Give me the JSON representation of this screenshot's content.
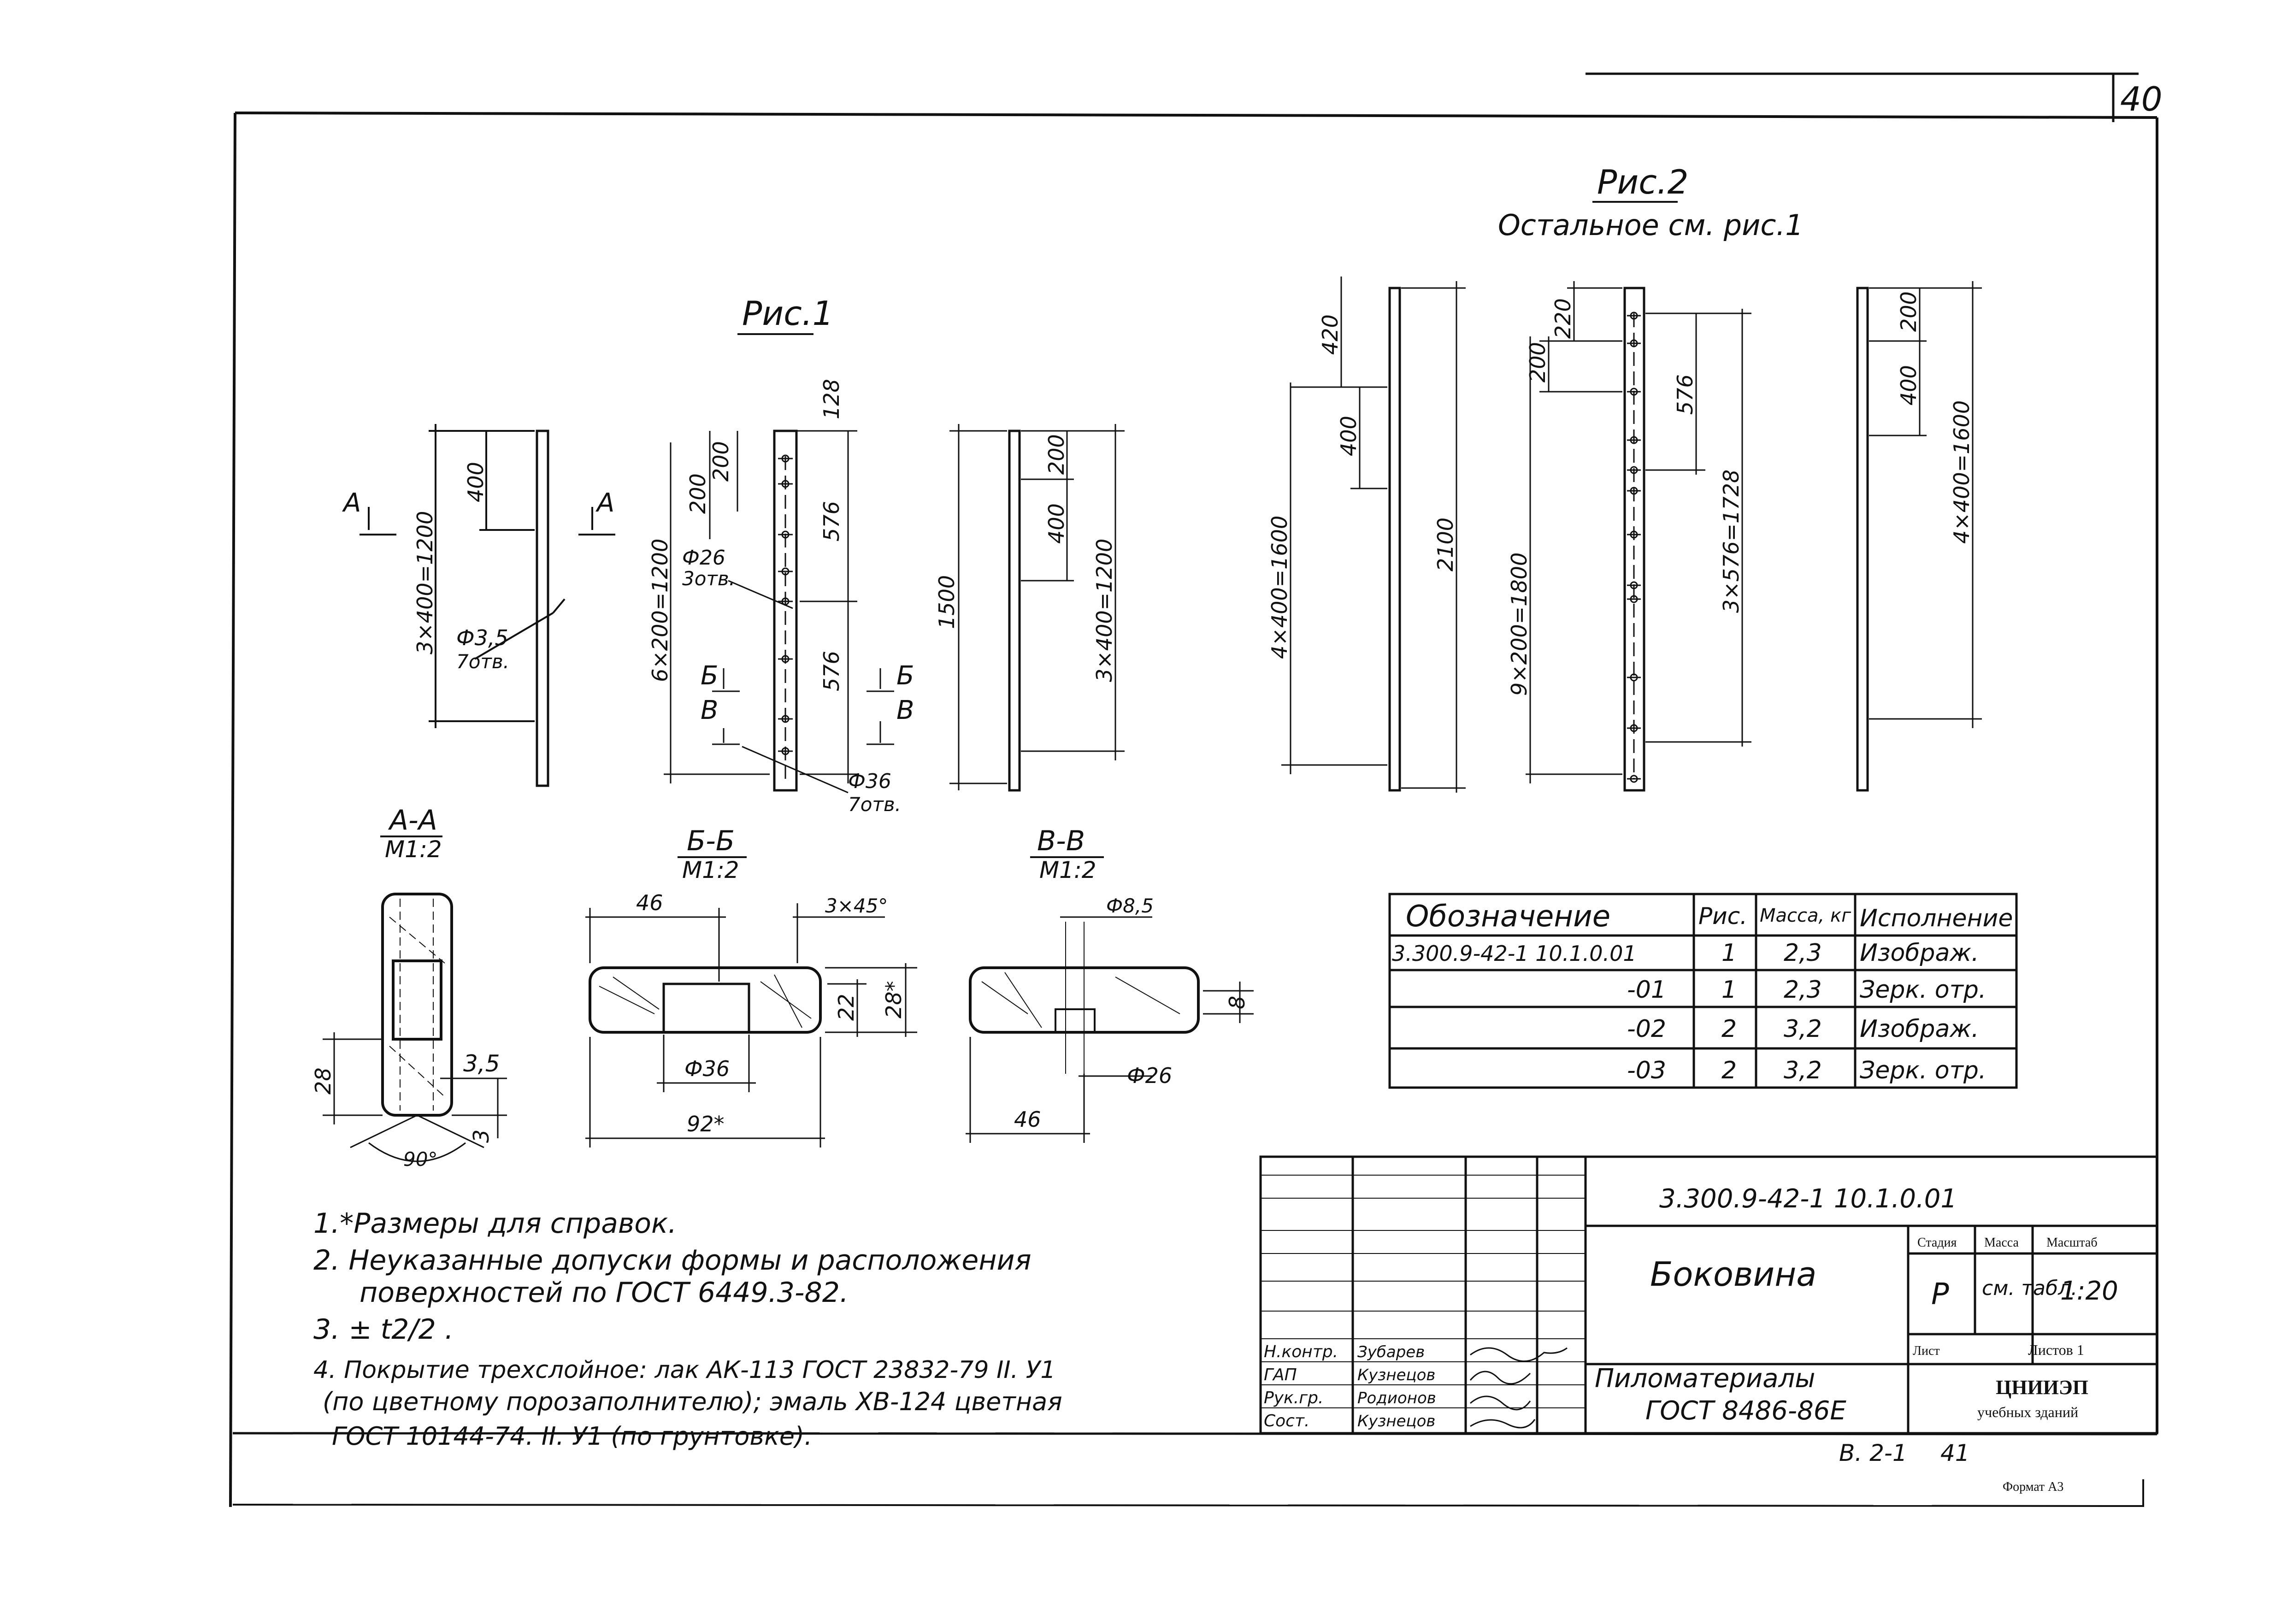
{
  "sheet": {
    "page_number": "40",
    "format": "Формат А3",
    "bottom_ref": "В. 2-1",
    "bottom_page": "41"
  },
  "fig1": {
    "title": "Рис.1",
    "section_a_mark": "А",
    "section_b_mark": "Б",
    "section_v_mark": "В",
    "dim_400": "400",
    "dim_3x400": "3×400=1200",
    "hole_small": "Ф3,5",
    "hole_small_count": "7отв.",
    "dim_128": "128",
    "dim_200a": "200",
    "dim_200b": "200",
    "dim_576a": "576",
    "dim_576b": "576",
    "dim_6x200": "6×200=1200",
    "hole_26": "Ф26",
    "hole_26_count": "3отв.",
    "hole_36": "Ф36",
    "hole_36_count": "7отв.",
    "dim_1500": "1500",
    "dim_r_200": "200",
    "dim_r_400": "400",
    "dim_r_3x400": "3×400=1200"
  },
  "fig2": {
    "title": "Рис.2",
    "subtitle": "Остальное см. рис.1",
    "dim_420": "420",
    "dim_400": "400",
    "dim_4x400": "4×400=1600",
    "dim_2100": "2100",
    "dim_220": "220",
    "dim_200": "200",
    "dim_9x200": "9×200=1800",
    "dim_576": "576",
    "dim_3x576": "3×576=1728",
    "dim_r_200": "200",
    "dim_r_400": "400",
    "dim_r_4x400": "4×400=1600"
  },
  "sections": {
    "aa_title": "А-А",
    "aa_scale": "М1:2",
    "aa_28": "28",
    "aa_35": "3,5",
    "aa_3": "3",
    "aa_angle": "90°",
    "bb_title": "Б-Б",
    "bb_scale": "М1:2",
    "bb_46": "46",
    "bb_chamfer": "3×45°",
    "bb_22": "22",
    "bb_28": "28*",
    "bb_36": "Ф36",
    "bb_92": "92*",
    "vv_title": "В-В",
    "vv_scale": "М1:2",
    "vv_85": "Ф8,5",
    "vv_8": "8",
    "vv_26": "Ф26",
    "vv_46": "46"
  },
  "spec_table": {
    "headers": [
      "Обозначение",
      "Рис.",
      "Масса, кг",
      "Исполнение"
    ],
    "rows": [
      [
        "3.300.9-42-1 10.1.0.01",
        "1",
        "2,3",
        "Изображ."
      ],
      [
        "-01",
        "1",
        "2,3",
        "Зерк. отр."
      ],
      [
        "-02",
        "2",
        "3,2",
        "Изображ."
      ],
      [
        "-03",
        "2",
        "3,2",
        "Зерк. отр."
      ]
    ]
  },
  "notes": {
    "n1": "1.*Размеры для справок.",
    "n2a": "2. Неуказанные допуски формы и расположения",
    "n2b": "поверхностей по ГОСТ 6449.3-82.",
    "n3": "3. ± t2/2 .",
    "n4a": "4. Покрытие трехслойное: лак АК-113 ГОСТ 23832-79 II. У1",
    "n4b": "(по цветному порозаполнителю); эмаль ХВ-124 цветная",
    "n4c": "ГОСТ 10144-74. II. У1 (по грунтовке)."
  },
  "title_block": {
    "doc_code": "3.300.9-42-1 10.1.0.01",
    "part_name": "Боковина",
    "col_stage": "Стадия",
    "col_mass": "Масса",
    "col_scale": "Масштаб",
    "stage_value": "Р",
    "mass_value": "см. табл.",
    "scale_value": "1:20",
    "sheet_label": "Лист",
    "sheets_label": "Листов 1",
    "material_line1": "Пиломатериалы",
    "material_line2": "ГОСТ 8486-86Е",
    "org_line1": "ЦНИИЭП",
    "org_line2": "учебных зданий",
    "roles": [
      "Н.контр.",
      "ГАП",
      "Рук.гр.",
      "Сост."
    ],
    "names": [
      "Зубарев",
      "Кузнецов",
      "Родионов",
      "Кузнецов"
    ]
  }
}
